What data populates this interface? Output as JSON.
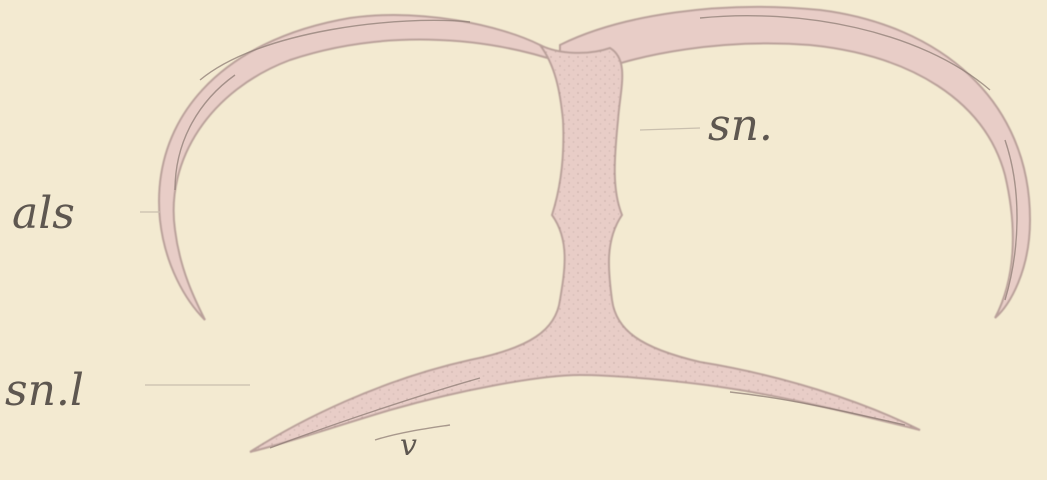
{
  "colors": {
    "paper": "#f3ead1",
    "tissue": "#e8cdc7",
    "tissue_edge": "#b9a09a",
    "ink": "#5e5750",
    "leader": "#c9bfae"
  },
  "labels": {
    "als": "als",
    "sn": "sn.",
    "snl": "sn.l",
    "v": "v"
  }
}
